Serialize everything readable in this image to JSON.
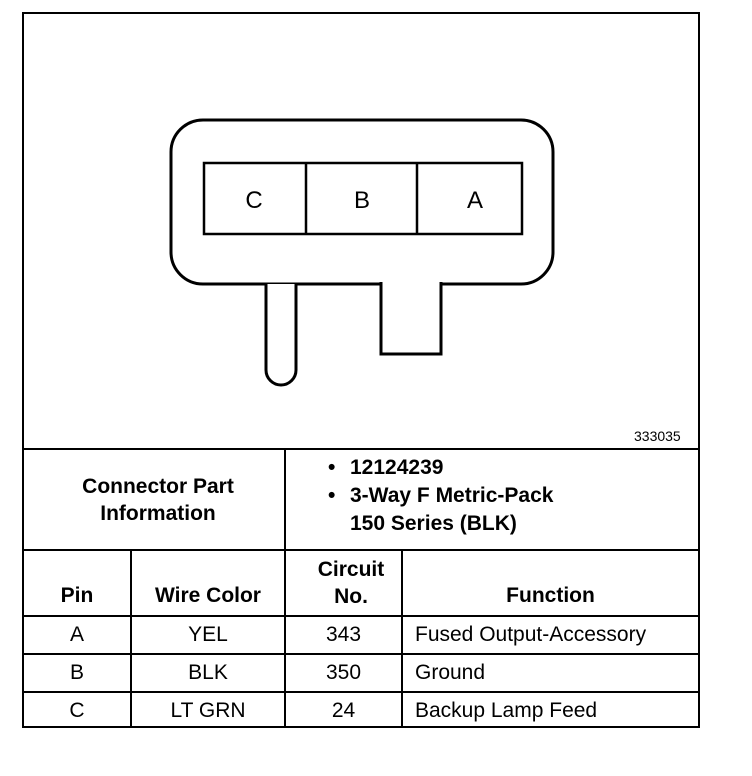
{
  "connector": {
    "pin_labels": [
      "C",
      "B",
      "A"
    ],
    "figure_number": "333035"
  },
  "part_info": {
    "heading": "Connector Part Information",
    "bullets": [
      "12124239",
      "3-Way F Metric-Pack",
      "150 Series (BLK)"
    ]
  },
  "table": {
    "headers": [
      "Pin",
      "Wire Color",
      "Circuit No.",
      "Function"
    ],
    "rows": [
      [
        "A",
        "YEL",
        "343",
        "Fused Output-Accessory"
      ],
      [
        "B",
        "BLK",
        "350",
        "Ground"
      ],
      [
        "C",
        "LT GRN",
        "24",
        "Backup Lamp Feed"
      ]
    ]
  }
}
